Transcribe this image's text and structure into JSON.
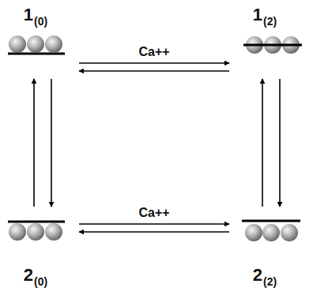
{
  "diagram": {
    "nodes": [
      {
        "text": [
          "1",
          "(0)"
        ]
      },
      {
        "text": [
          "1",
          "(2)"
        ]
      },
      {
        "text": [
          "2",
          "(0)"
        ]
      },
      {
        "text": [
          "2",
          "(2)"
        ]
      }
    ],
    "edges": [
      {
        "from": 0,
        "to": 1,
        "arrow": "to",
        "label": "Ca++"
      },
      {
        "from": 1,
        "to": 0,
        "arrow": "to"
      },
      {
        "from": 2,
        "to": 3,
        "arrow": "to",
        "label": "Ca++"
      },
      {
        "from": 3,
        "to": 2,
        "arrow": "to"
      },
      {
        "from": 2,
        "to": 0,
        "arrow": "to"
      },
      {
        "from": 0,
        "to": 2,
        "arrow": "to"
      },
      {
        "from": 3,
        "to": 1,
        "arrow": "to"
      },
      {
        "from": 1,
        "to": 3,
        "arrow": "to"
      }
    ]
  }
}
